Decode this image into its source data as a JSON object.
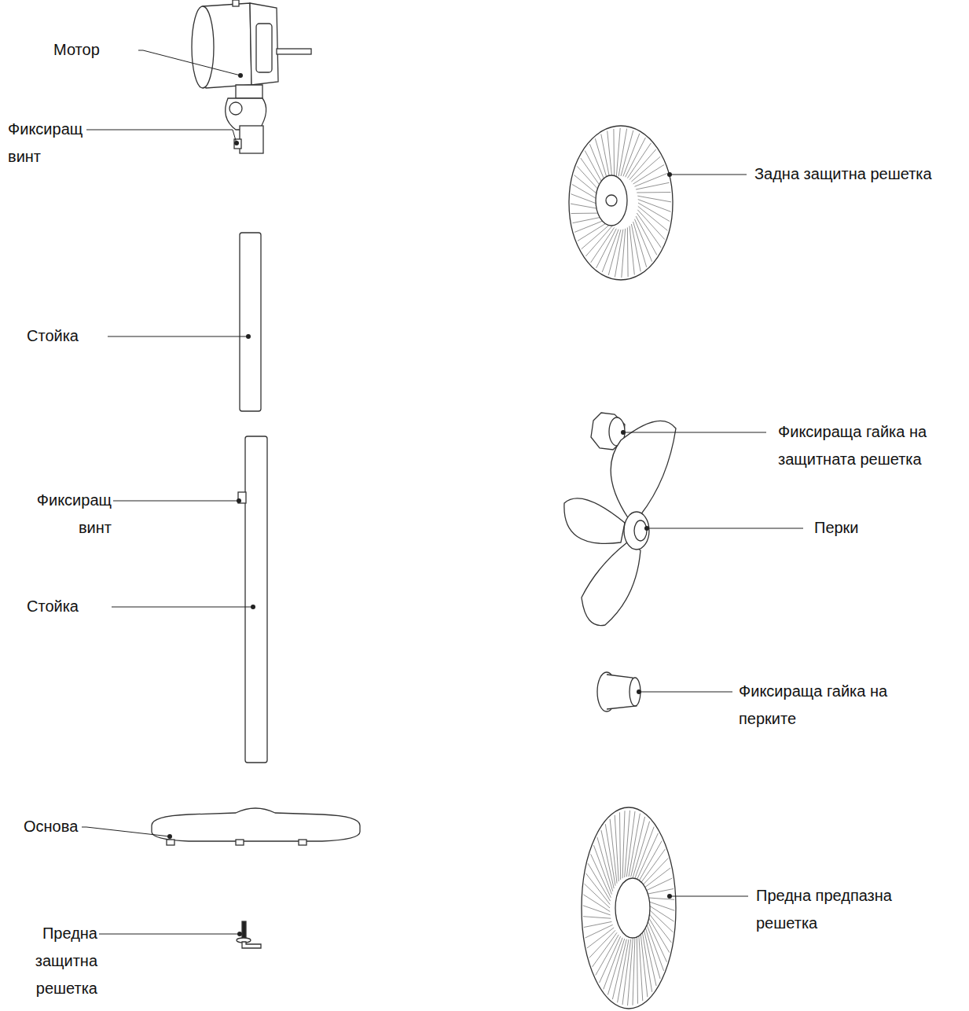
{
  "diagram": {
    "labels": [
      "Мотор",
      "Фиксиращ винт",
      "Стойка",
      "Фиксиращ винт",
      "Стойка",
      "Основа",
      "Предна защитна решетка",
      "Задна защитна решетка",
      "Фиксираща гайка на защитната решетка",
      "Перки",
      "Фиксираща гайка на перките",
      "Предна предпазна решетка"
    ]
  }
}
